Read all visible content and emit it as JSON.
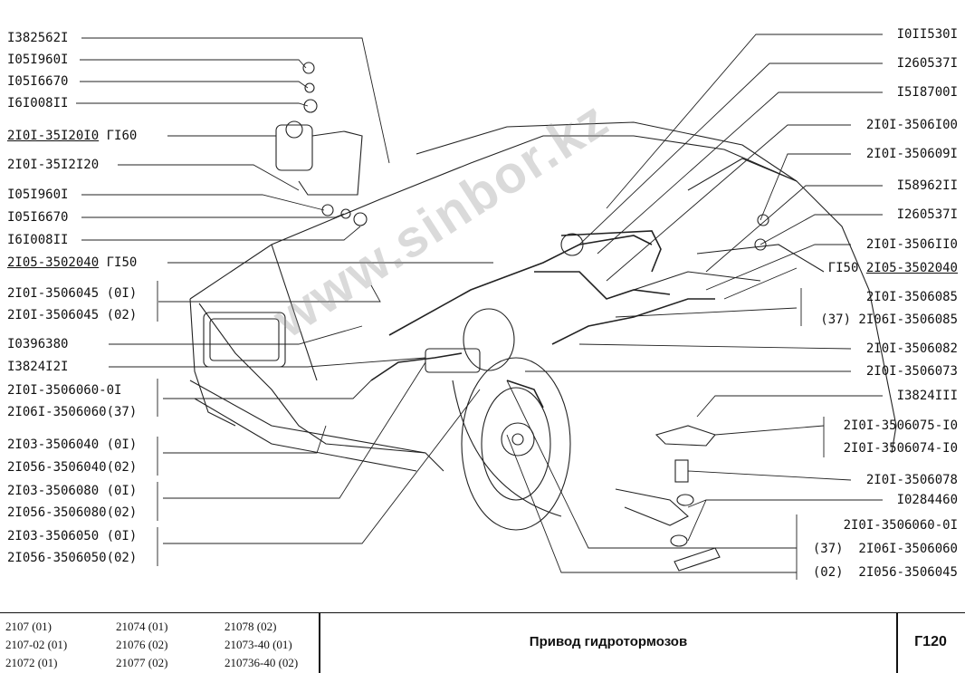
{
  "left_labels": [
    {
      "id": "l1",
      "text": "I382562I",
      "underline": false
    },
    {
      "id": "l2",
      "text": "I05I960I",
      "underline": false
    },
    {
      "id": "l3",
      "text": "I05I6670",
      "underline": false
    },
    {
      "id": "l4",
      "text": "I6I008II",
      "underline": false
    },
    {
      "id": "l5",
      "text": "2I0I-35I20I0",
      "suffix": " ГI60",
      "underline": true
    },
    {
      "id": "l6",
      "text": "2I0I-35I2I20",
      "underline": false
    },
    {
      "id": "l7",
      "text": "I05I960I",
      "underline": false
    },
    {
      "id": "l8",
      "text": "I05I6670",
      "underline": false
    },
    {
      "id": "l9",
      "text": "I6I008II",
      "underline": false
    },
    {
      "id": "l10",
      "text": "2I05-3502040",
      "suffix": " ГI50",
      "underline": true
    },
    {
      "id": "l11",
      "text": "2I0I-3506045 (0I)",
      "underline": false
    },
    {
      "id": "l12",
      "text": "2I0I-3506045 (02)",
      "underline": false
    },
    {
      "id": "l13",
      "text": "I0396380",
      "underline": false
    },
    {
      "id": "l14",
      "text": "I3824I2I",
      "underline": false
    },
    {
      "id": "l15",
      "text": "2I0I-3506060-0I",
      "underline": false
    },
    {
      "id": "l16",
      "text": "2I06I-3506060(37)",
      "underline": false
    },
    {
      "id": "l17",
      "text": "2I03-3506040 (0I)",
      "underline": false
    },
    {
      "id": "l18",
      "text": "2I056-3506040(02)",
      "underline": false
    },
    {
      "id": "l19",
      "text": "2I03-3506080 (0I)",
      "underline": false
    },
    {
      "id": "l20",
      "text": "2I056-3506080(02)",
      "underline": false
    },
    {
      "id": "l21",
      "text": "2I03-3506050 (0I)",
      "underline": false
    },
    {
      "id": "l22",
      "text": "2I056-3506050(02)",
      "underline": false
    }
  ],
  "right_labels": [
    {
      "id": "r1",
      "text": "I0II530I"
    },
    {
      "id": "r2",
      "text": "I260537I"
    },
    {
      "id": "r3",
      "text": "I5I8700I"
    },
    {
      "id": "r4",
      "text": "2I0I-3506I00"
    },
    {
      "id": "r5",
      "text": "2I0I-350609I"
    },
    {
      "id": "r6",
      "text": "I58962II"
    },
    {
      "id": "r7",
      "text": "I260537I"
    },
    {
      "id": "r8",
      "text": "2I0I-3506II0"
    },
    {
      "id": "r9",
      "prefix": "ГI50 ",
      "text": "2I05-3502040",
      "underline": true
    },
    {
      "id": "r10",
      "text": "2I0I-3506085"
    },
    {
      "id": "r11",
      "text": "(37) 2I06I-3506085"
    },
    {
      "id": "r12",
      "text": "2I0I-3506082"
    },
    {
      "id": "r13",
      "text": "2I0I-3506073"
    },
    {
      "id": "r14",
      "text": "I3824III"
    },
    {
      "id": "r15",
      "text": "2I0I-3506075-I0"
    },
    {
      "id": "r16",
      "text": "2I0I-3506074-I0"
    },
    {
      "id": "r17",
      "text": "2I0I-3506078"
    },
    {
      "id": "r18",
      "text": "I0284460"
    },
    {
      "id": "r19",
      "text": "2I0I-3506060-0I"
    },
    {
      "id": "r20",
      "text": "(37)  2I06I-3506060"
    },
    {
      "id": "r21",
      "text": "(02)  2I056-3506045"
    }
  ],
  "watermark": "www.sinbor.kz",
  "footer": {
    "models": [
      "2107 (01)",
      "21074 (01)",
      "21078 (02)",
      "2107-02 (01)",
      "21076 (02)",
      "21073-40 (01)",
      "21072 (01)",
      "21077 (02)",
      "210736-40 (02)"
    ],
    "title": "Привод гидротормозов",
    "code": "Г120"
  },
  "colors": {
    "ink": "#111111",
    "watermark": "#969696"
  }
}
